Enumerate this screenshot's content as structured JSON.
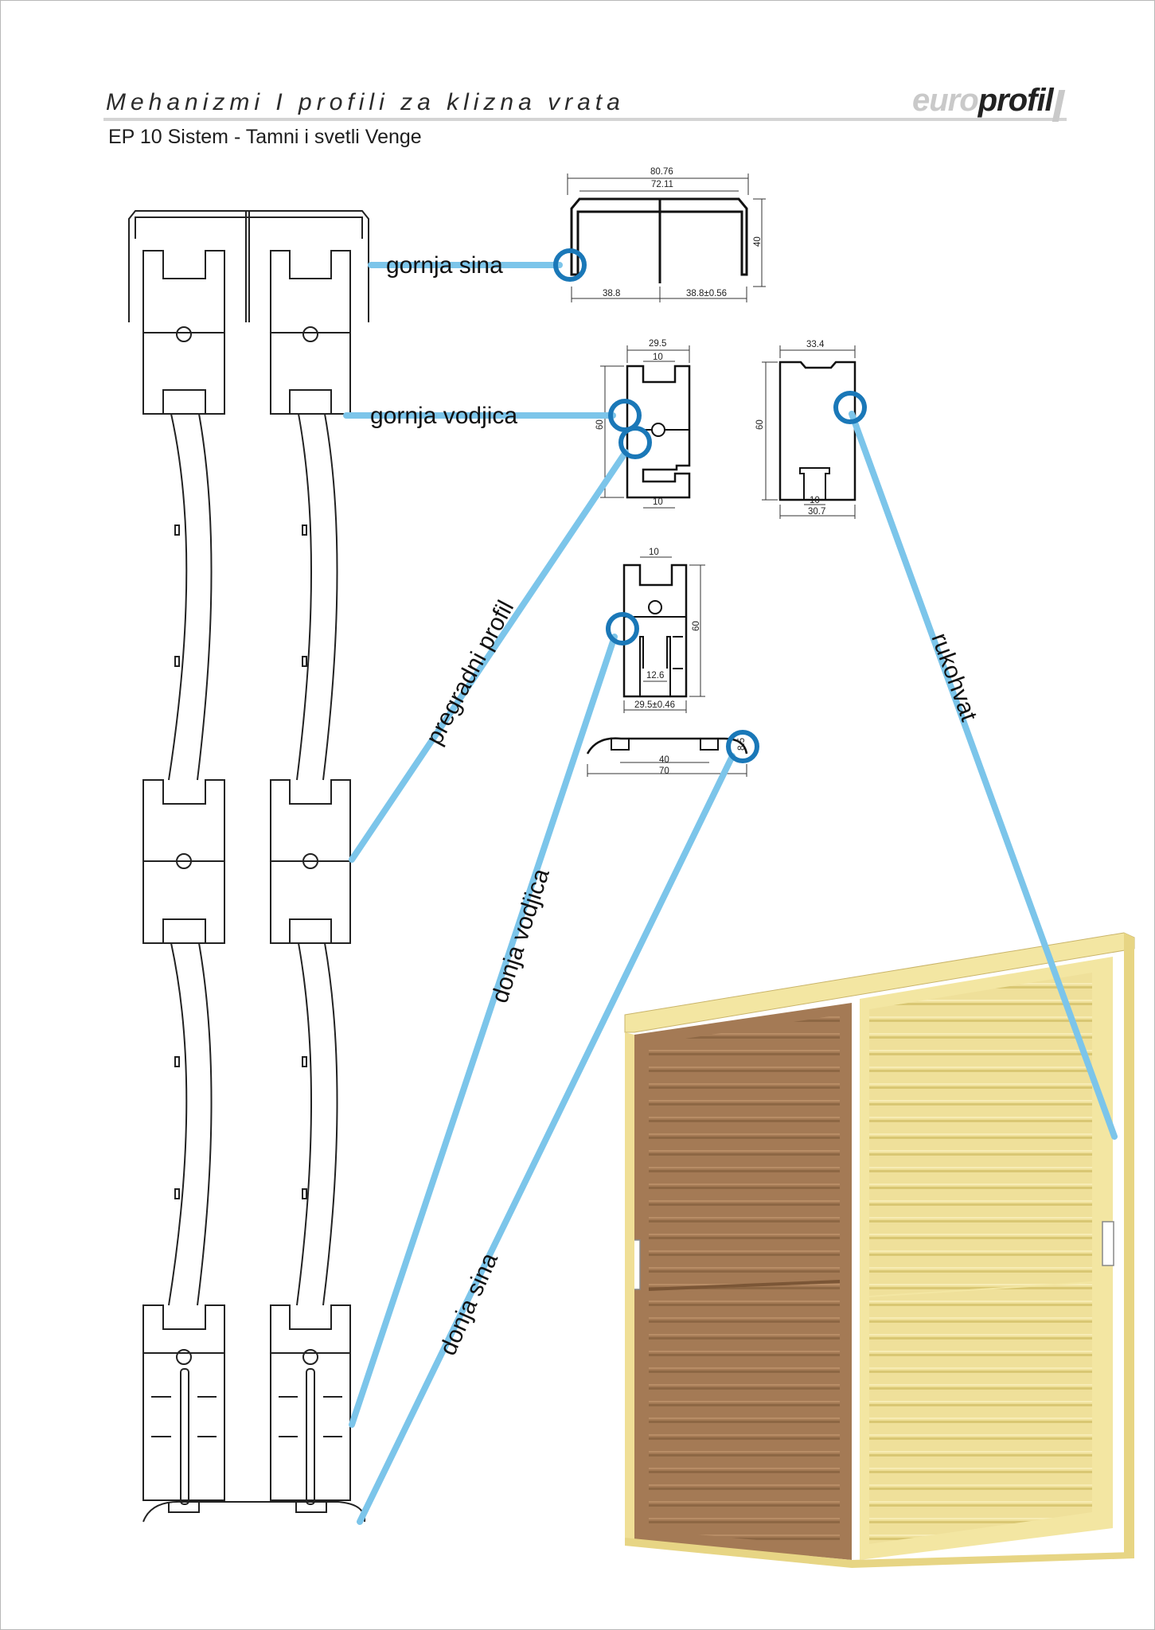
{
  "header": {
    "title": "Mehanizmi I profili za klizna vrata",
    "subtitle": "EP 10 Sistem - Tamni i svetli Venge",
    "logo_part1": "euro",
    "logo_part2": "profil"
  },
  "callouts": {
    "gornja_sina": "gornja sina",
    "gornja_vodjica": "gornja vodjica",
    "pregradni_profil": "pregradni profil",
    "donja_vodjica": "donja vodjica",
    "donja_sina": "donja sina",
    "rukohvat": "rukohvat"
  },
  "dimensions": {
    "rail_total": "80.76",
    "rail_inner": "72.11",
    "rail_height": "40",
    "rail_left": "38.8",
    "rail_right": "38.8±0.56",
    "guide_width": "29.5",
    "guide_slot_top": "10",
    "guide_height": "60",
    "guide_slot_bottom": "10",
    "handle_top": "33.4",
    "handle_height": "60",
    "handle_slot": "10",
    "handle_width": "30.7",
    "lower_slot": "10",
    "lower_height": "60",
    "lower_inner": "12.6",
    "lower_width": "29.5±0.46",
    "bottom_rail_height": "8.5",
    "bottom_rail_inner": "40",
    "bottom_rail_total": "70"
  },
  "colors": {
    "leader": "#7cc5ea",
    "marker": "#1a78b8",
    "dark_wood": "#a47a55",
    "light_wood": "#efe09a",
    "frame_wood": "#f3e6a2"
  }
}
